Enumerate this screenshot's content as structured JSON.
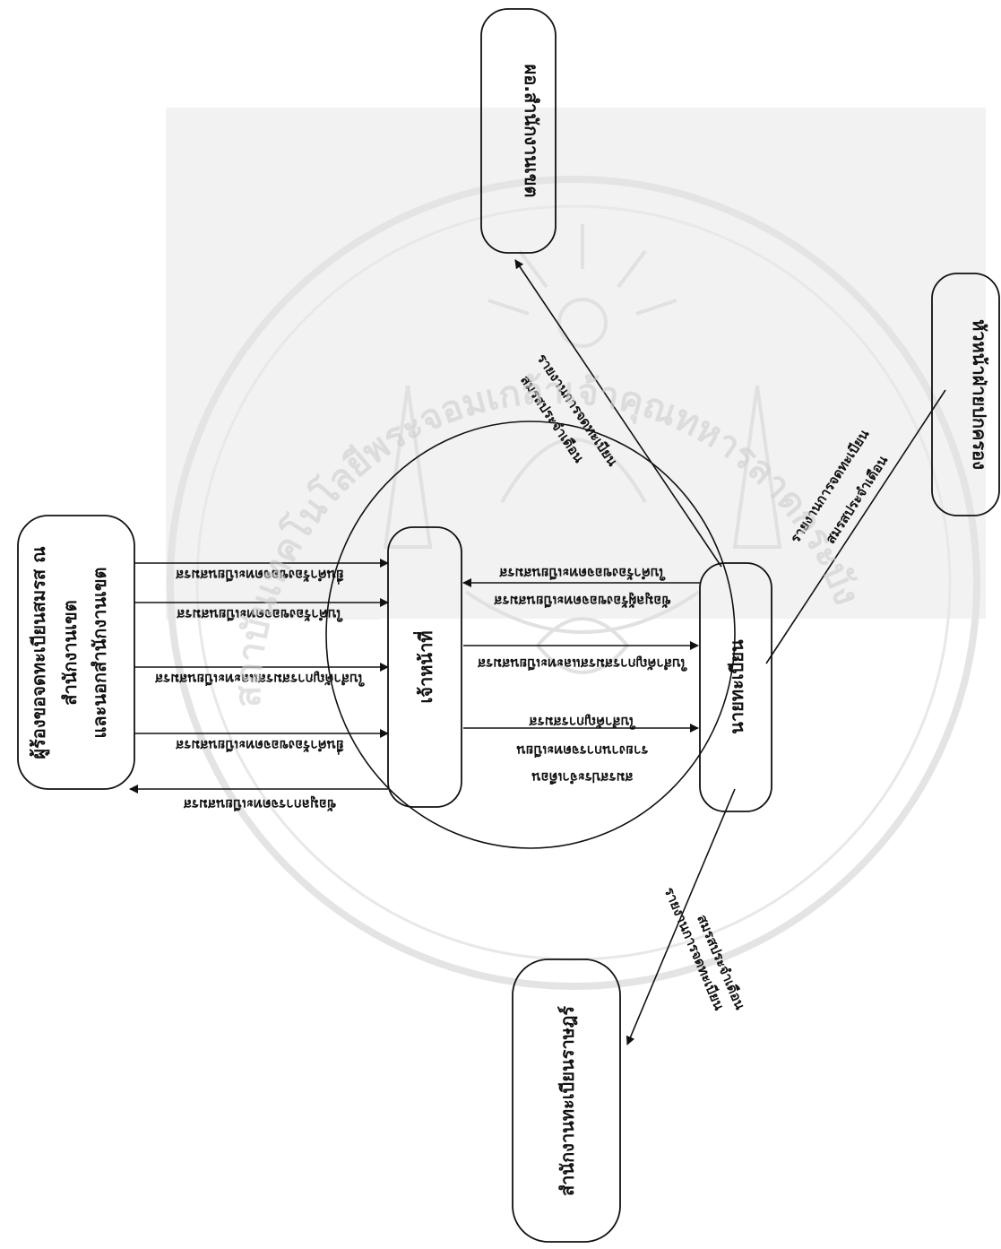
{
  "nodes": {
    "applicant": {
      "line1": "ผู้ร้องขอจดทะเบียนสมรส ณ",
      "line2": "สำนักงานเขต",
      "line3": "และนอกสำนักงานเขต"
    },
    "staff": {
      "label": "เจ้าหน้าที่"
    },
    "registrar": {
      "label": "นายทะเบียน"
    },
    "district_director": {
      "label": "ผอ.สำนักงานเขต"
    },
    "admin_head": {
      "label": "หัวหน้าฝ่ายปกครอง"
    },
    "central_registry": {
      "label": "สำนักงานทะเบียนราษฎร์"
    }
  },
  "edges": {
    "e1": "ยื่นคำร้องขอจดทะเบียนสมรส",
    "e2": "ใบคำร้องขอจดทะเบียนสมรส",
    "e3": "ใบสำคัญการสมรสและทะเบียนสมรส",
    "e4": "ยื่นคำร้องขอจดทะเบียนสมรส",
    "e5": "ข้อมูลการจดทะเบียนสมรส",
    "e6": "ใบคำร้องขอจดทะเบียนสมรส",
    "e7": "ข้อมูลผู้ร้องขอจดทะเบียนสมรส",
    "e8": "ใบสำคัญการสมรสและทะเบียนสมรส",
    "e9": "ใบสำคัญการสมรส",
    "e10": "รายงานการจดทะเบียน",
    "e10b": "สมรสประจำเดือน",
    "e11": "รายงานการจดทะเบียน",
    "e11b": "สมรสประจำเดือน",
    "e12": "รายงานการจดทะเบียน",
    "e12b": "สมรสประจำเดือน"
  },
  "watermark": {
    "text": "สถาบันเทคโนโลยีพระจอมเกล้าเจ้าคุณทหารลาดกระบัง"
  }
}
